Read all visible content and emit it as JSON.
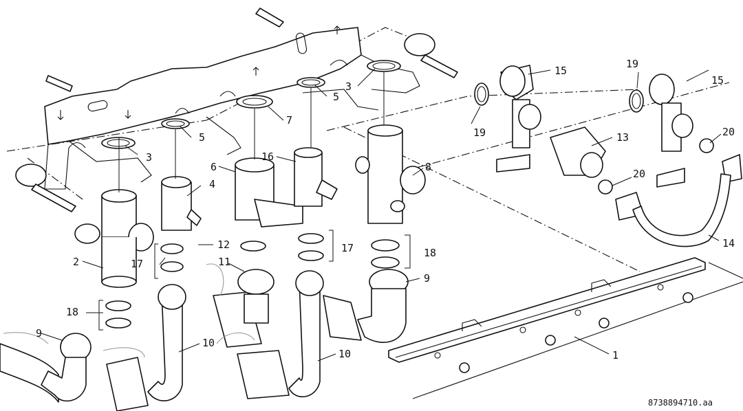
{
  "labels": {
    "p1": "1",
    "p2": "2",
    "p3a": "3",
    "p3b": "3",
    "p4": "4",
    "p5a": "5",
    "p5b": "5",
    "p6": "6",
    "p7": "7",
    "p8": "8",
    "p9a": "9",
    "p9b": "9",
    "p10a": "10",
    "p10b": "10",
    "p11": "11",
    "p12": "12",
    "p13": "13",
    "p14": "14",
    "p15a": "15",
    "p15b": "15",
    "p16": "16",
    "p17a": "17",
    "p17b": "17",
    "p18a": "18",
    "p18b": "18",
    "p19a": "19",
    "p19b": "19",
    "p20a": "20",
    "p20b": "20"
  },
  "reference": "8738894710.aa",
  "colors": {
    "line": "#111111",
    "faint": "#9a9a9a",
    "background": "#ffffff"
  }
}
